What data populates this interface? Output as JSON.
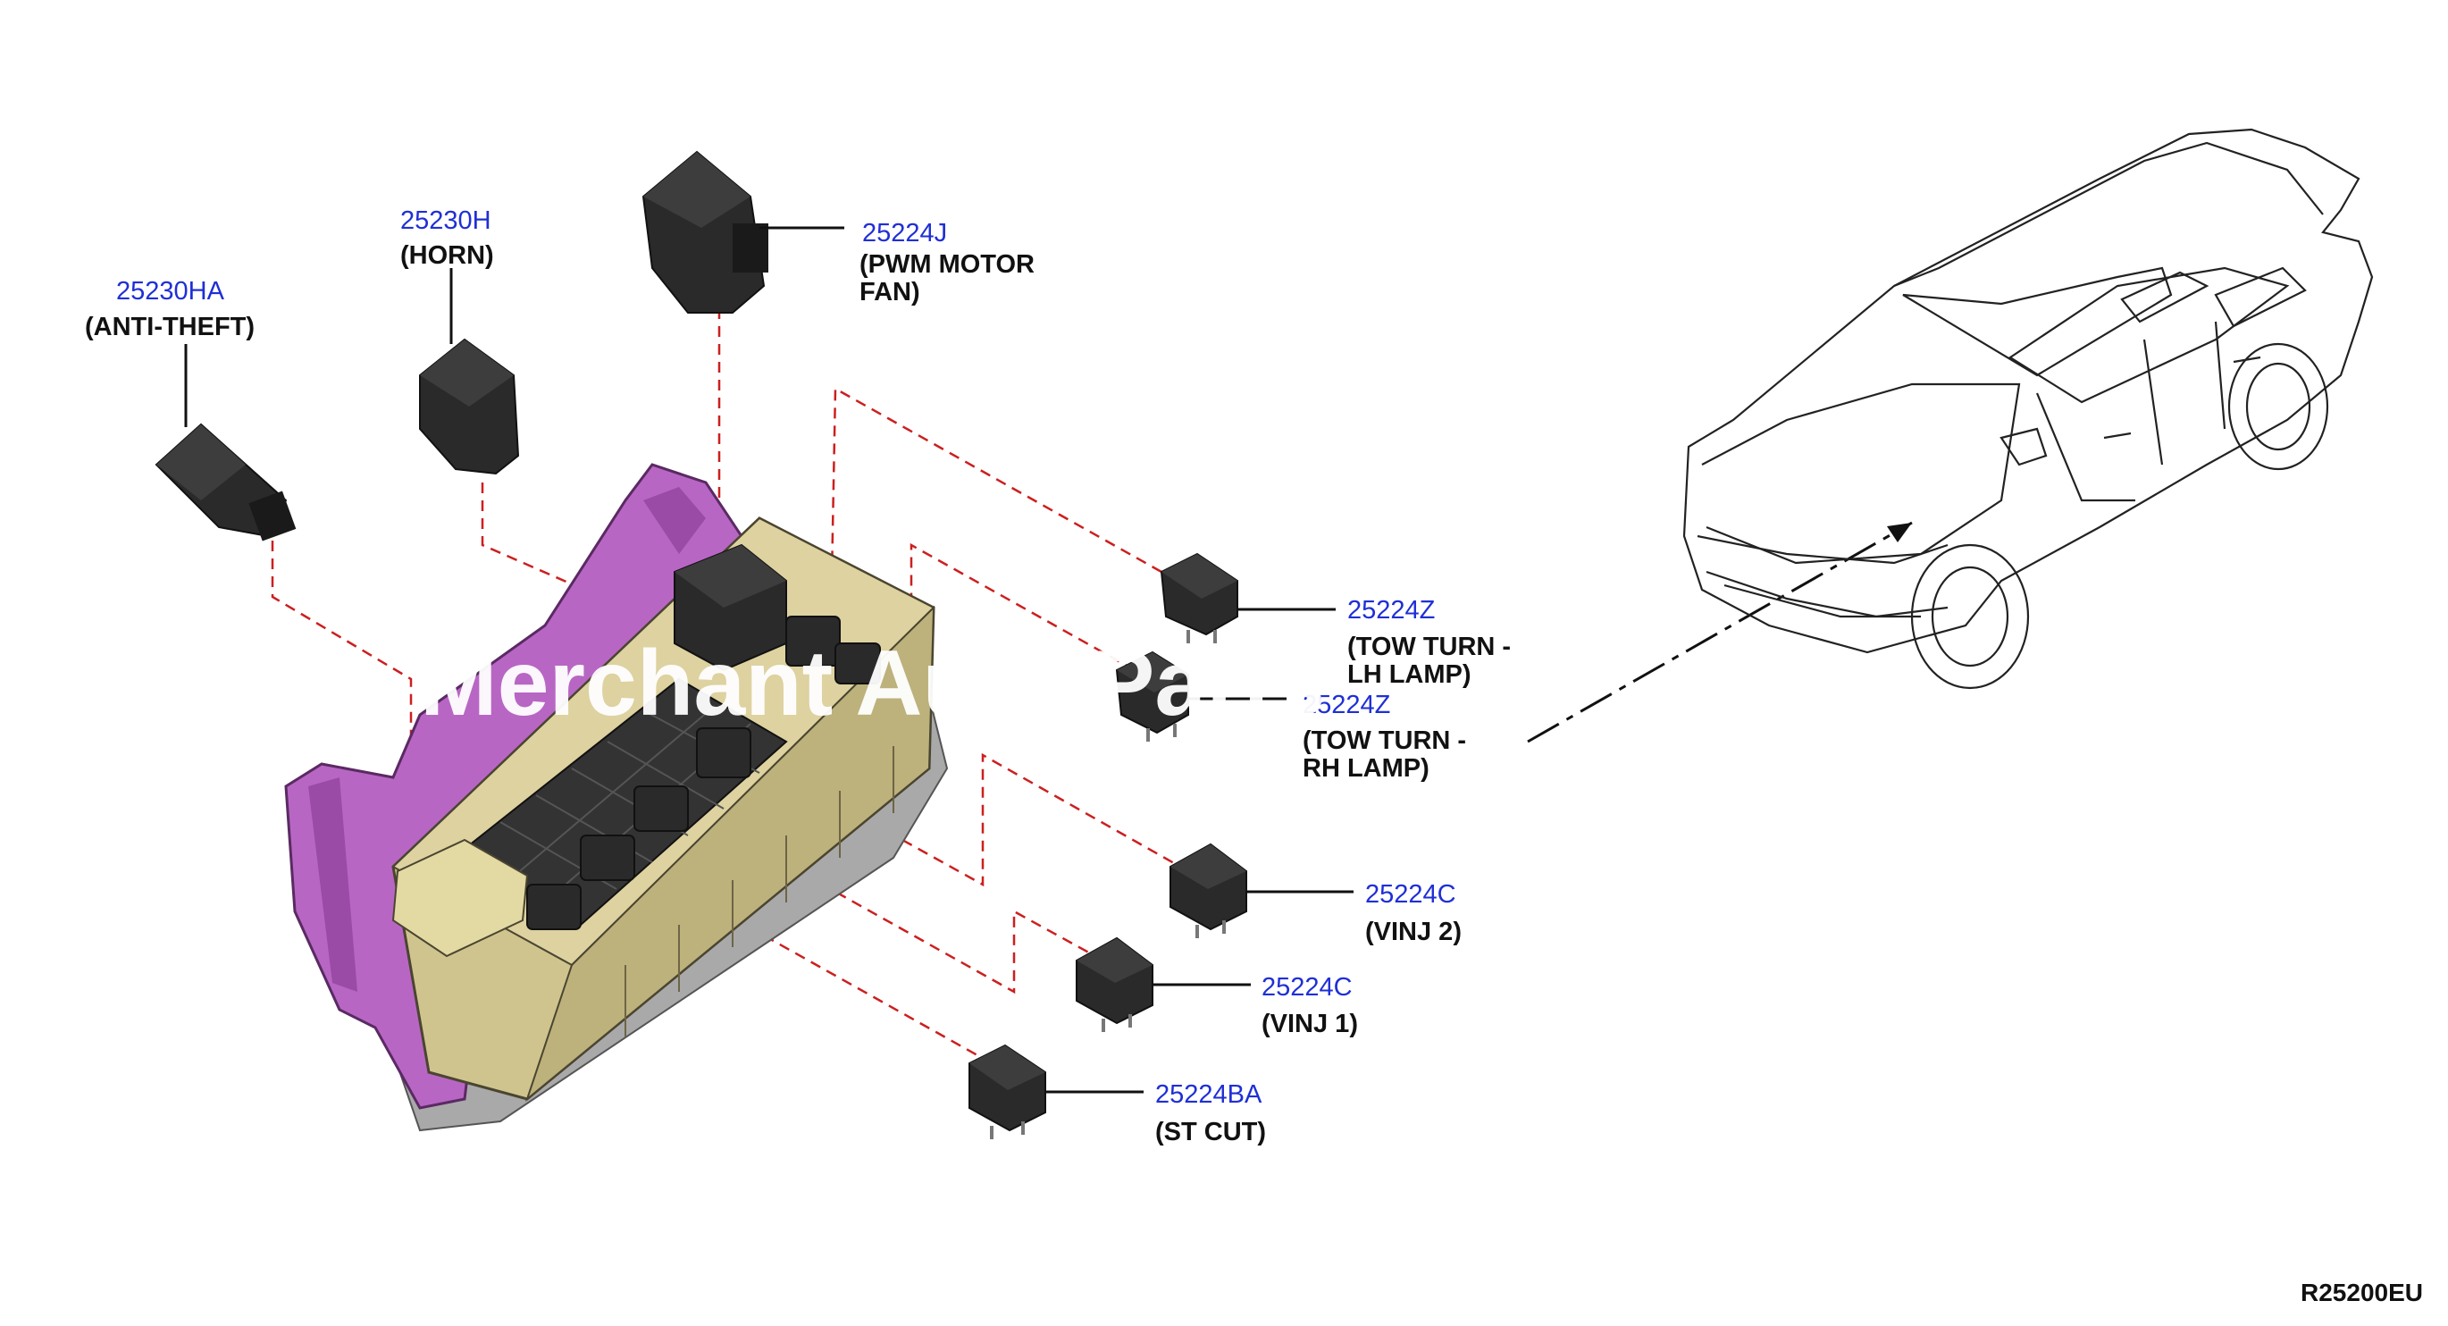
{
  "parts": [
    {
      "id": "horn",
      "number": "25230H",
      "desc": [
        "(HORN)"
      ]
    },
    {
      "id": "anti-theft",
      "number": "25230HA",
      "desc": [
        "(ANTI-THEFT)"
      ]
    },
    {
      "id": "pwm-fan",
      "number": "25224J",
      "desc": [
        "(PWM MOTOR",
        "FAN)"
      ]
    },
    {
      "id": "tow-lh",
      "number": "25224Z",
      "desc": [
        "(TOW TURN -",
        "LH LAMP)"
      ]
    },
    {
      "id": "tow-rh",
      "number": "25224Z",
      "desc": [
        "(TOW TURN -",
        "RH LAMP)"
      ]
    },
    {
      "id": "vinj2",
      "number": "25224C",
      "desc": [
        "(VINJ 2)"
      ]
    },
    {
      "id": "vinj1",
      "number": "25224C",
      "desc": [
        "(VINJ 1)"
      ]
    },
    {
      "id": "st-cut",
      "number": "25224BA",
      "desc": [
        "(ST CUT)"
      ]
    }
  ],
  "watermark": "Merchant Auto Parts",
  "diagram_ref": "R25200EU",
  "colors": {
    "part_number": "#1f2fd6",
    "leader_dash": "#cc1f1f",
    "base_bracket": "#b866c4",
    "fuse_box": "#cfc48e"
  }
}
